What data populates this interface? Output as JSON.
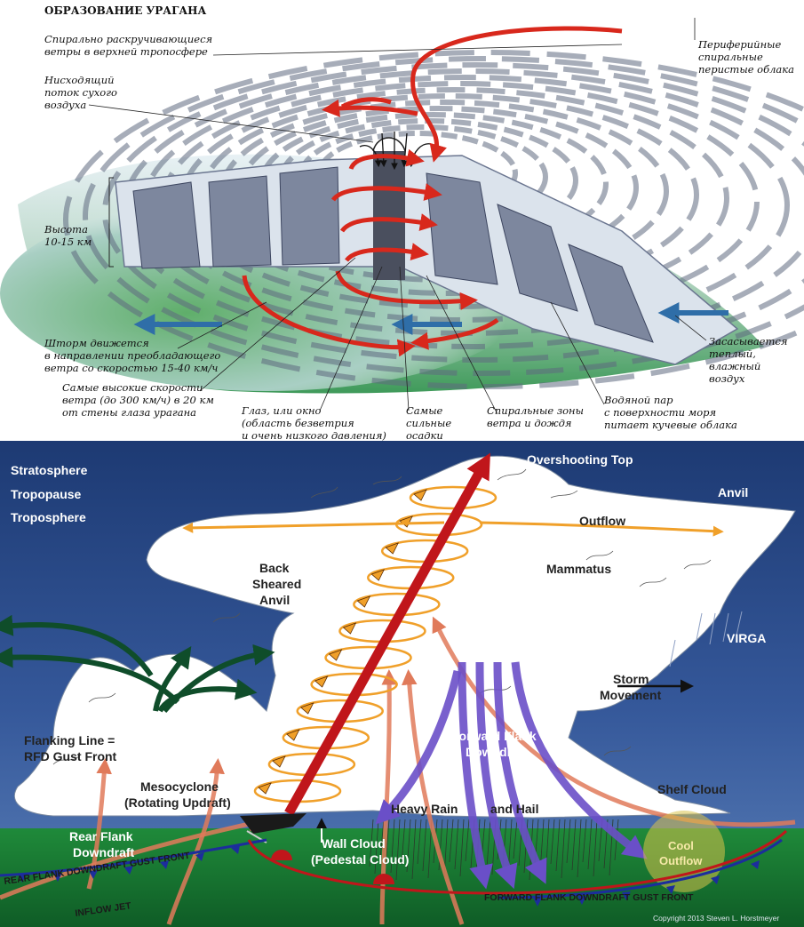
{
  "hurricane": {
    "title": "ОБРАЗОВАНИЕ УРАГАНА",
    "labels": {
      "upper_winds_1": "Спирально раскручивающиеся",
      "upper_winds_2": "ветры в верхней тропосфере",
      "dry_air_1": "Нисходящий",
      "dry_air_2": "поток сухого",
      "dry_air_3": "воздуха",
      "height_1": "Высота",
      "height_2": "10-15 км",
      "cirrus_1": "Периферийные",
      "cirrus_2": "спиральные",
      "cirrus_3": "перистые облака",
      "storm_move_1": "Шторм движется",
      "storm_move_2": "в направлении преобладающего",
      "storm_move_3": "ветра со скоростью 15-40 км/ч",
      "max_speed_1": "Самые высокие скорости",
      "max_speed_2": "ветра (до 300 км/ч) в 20 км",
      "max_speed_3": "от стены глаза урагана",
      "eye_1": "Глаз, или окно",
      "eye_2": "(область безветрия",
      "eye_3": "и очень низкого давления)",
      "precip_1": "Самые",
      "precip_2": "сильные",
      "precip_3": "осадки",
      "spiral_1": "Спиральные зоны",
      "spiral_2": "ветра и дождя",
      "vapor_1": "Водяной пар",
      "vapor_2": "с поверхности моря",
      "vapor_3": "питает кучевые облака",
      "inflow_1": "Засасывается",
      "inflow_2": "теплый,",
      "inflow_3": "влажный",
      "inflow_4": "воздух"
    }
  },
  "supercell": {
    "layers": {
      "stratosphere": "Stratosphere",
      "tropopause": "Tropopause",
      "troposphere": "Troposphere"
    },
    "labels": {
      "overshooting_top": "Overshooting Top",
      "anvil": "Anvil",
      "outflow": "Outflow",
      "back_sheared_1": "Back",
      "back_sheared_2": "Sheared",
      "back_sheared_3": "Anvil",
      "mammatus": "Mammatus",
      "virga": "VIRGA",
      "storm_movement_1": "Storm",
      "storm_movement_2": "Movement",
      "flanking_1": "Flanking Line =",
      "flanking_2": "RFD Gust Front",
      "ffd_1": "Forward Flank",
      "ffd_2": "Downdraft",
      "mesocyclone_1": "Mesocyclone",
      "mesocyclone_2": "(Rotating Updraft)",
      "shelf_cloud": "Shelf Cloud",
      "heavy_rain": "Heavy Rain",
      "and_hail": "and Hail",
      "rfd_1": "Rear Flank",
      "rfd_2": "Downdraft",
      "wall_cloud_1": "Wall Cloud",
      "wall_cloud_2": "(Pedestal Cloud)",
      "cool_outflow_1": "Cool",
      "cool_outflow_2": "Outflow",
      "rfd_gust_front": "REAR FLANK DOWNDRAFT GUST FRONT",
      "ffd_gust_front": "FORWARD FLANK DOWNDRAFT GUST FRONT",
      "inflow_jet": "INFLOW JET",
      "copyright": "Copyright 2013 Steven L. Horstmeyer"
    },
    "colors": {
      "sky_top": "#1d3a73",
      "sky_bottom": "#5a7fb8",
      "ground": "#1f8a3a",
      "updraft": "#c0161b",
      "spiral": "#f0a02a",
      "downdraft": "#6a4fc8",
      "inflow": "#e07a5a"
    }
  }
}
